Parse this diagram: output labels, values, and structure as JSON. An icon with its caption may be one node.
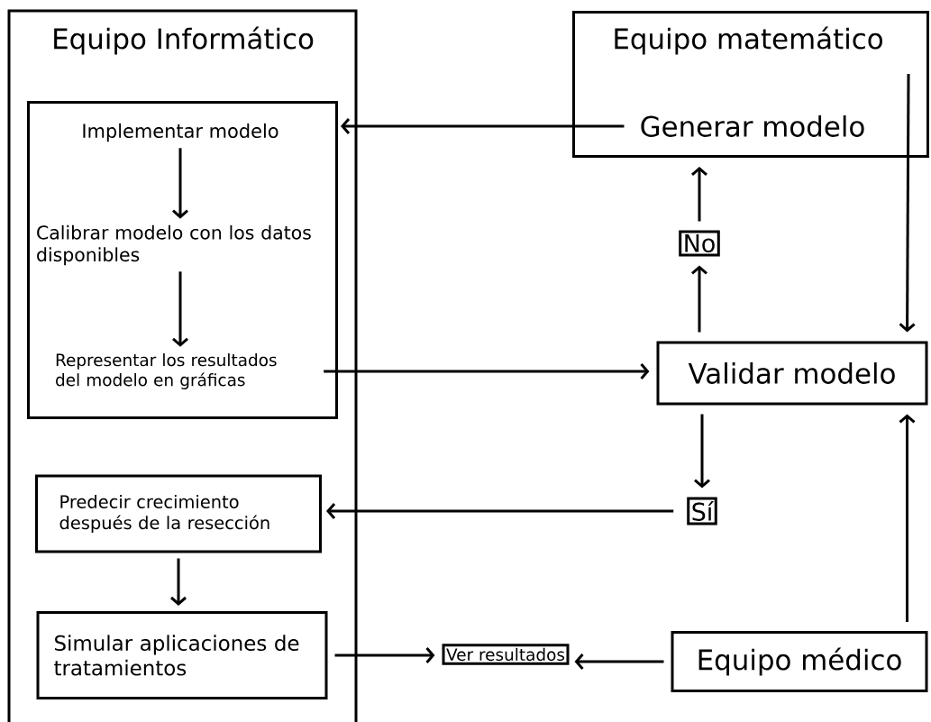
{
  "diagram": {
    "nodes": [
      {
        "text": [
          "Equipo Informático"
        ]
      },
      {
        "text": [],
        "shape": "box",
        "in": 0
      },
      {
        "text": [
          "Implementar modelo"
        ],
        "in": 1
      },
      {
        "text": [
          "Calibrar modelo con los datos disponibles"
        ],
        "in": 1
      },
      {
        "text": [
          "Representar los resultados del modelo en gráficas"
        ],
        "in": 1
      },
      {
        "text": [
          "Predecir crecimiento después de la resección"
        ],
        "in": 0
      },
      {
        "text": [
          "Simular aplicaciones de tratamientos"
        ],
        "in": 0
      },
      {
        "text": [
          "Equipo matemático"
        ]
      },
      {
        "text": [
          "Generar modelo"
        ],
        "in": 7
      },
      {
        "text": [
          "No"
        ]
      },
      {
        "text": [
          "Validar modelo"
        ]
      },
      {
        "text": [
          "Sí"
        ]
      },
      {
        "text": [
          "Ver resultados"
        ]
      },
      {
        "text": [
          "Equipo médico"
        ]
      }
    ],
    "edges": [
      {
        "from": 8,
        "to": 1,
        "arrow": "to"
      },
      {
        "from": 2,
        "to": 3,
        "arrow": "to"
      },
      {
        "from": 3,
        "to": 4,
        "arrow": "to"
      },
      {
        "from": 4,
        "to": 10,
        "arrow": "to"
      },
      {
        "from": 7,
        "to": 10,
        "arrow": "to"
      },
      {
        "from": 10,
        "to": 9,
        "arrow": "to"
      },
      {
        "from": 9,
        "to": 7,
        "arrow": "to"
      },
      {
        "from": 10,
        "to": 11,
        "arrow": "to"
      },
      {
        "from": 11,
        "to": 5,
        "arrow": "to"
      },
      {
        "from": 5,
        "to": 6,
        "arrow": "to"
      },
      {
        "from": 6,
        "to": 12,
        "arrow": "to"
      },
      {
        "from": 13,
        "to": 12,
        "arrow": "to"
      },
      {
        "from": 13,
        "to": 10,
        "arrow": "to"
      }
    ]
  }
}
